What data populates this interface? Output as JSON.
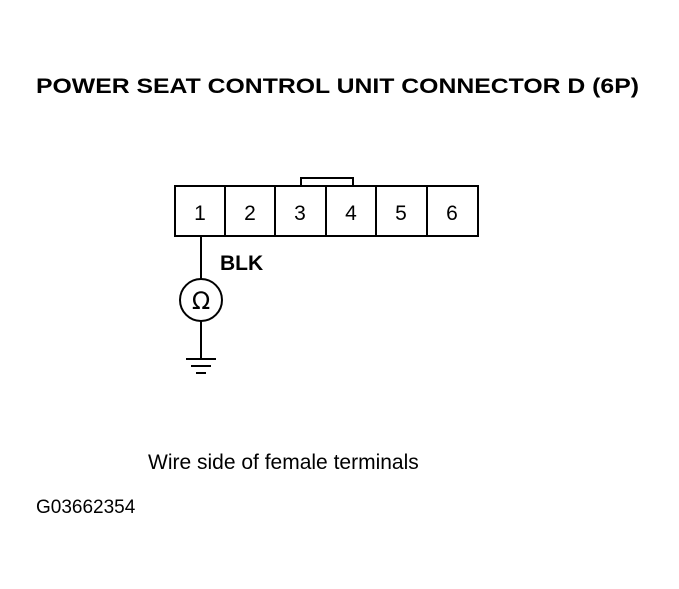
{
  "title": "POWER SEAT CONTROL UNIT CONNECTOR D (6P)",
  "connector": {
    "pins": [
      "1",
      "2",
      "3",
      "4",
      "5",
      "6"
    ]
  },
  "wire": {
    "label": "BLK"
  },
  "meter": {
    "symbol": "Ω",
    "icon": "ohmmeter-icon"
  },
  "ground": {
    "icon": "ground-symbol-icon"
  },
  "caption": "Wire side of female terminals",
  "figure_id": "G03662354"
}
